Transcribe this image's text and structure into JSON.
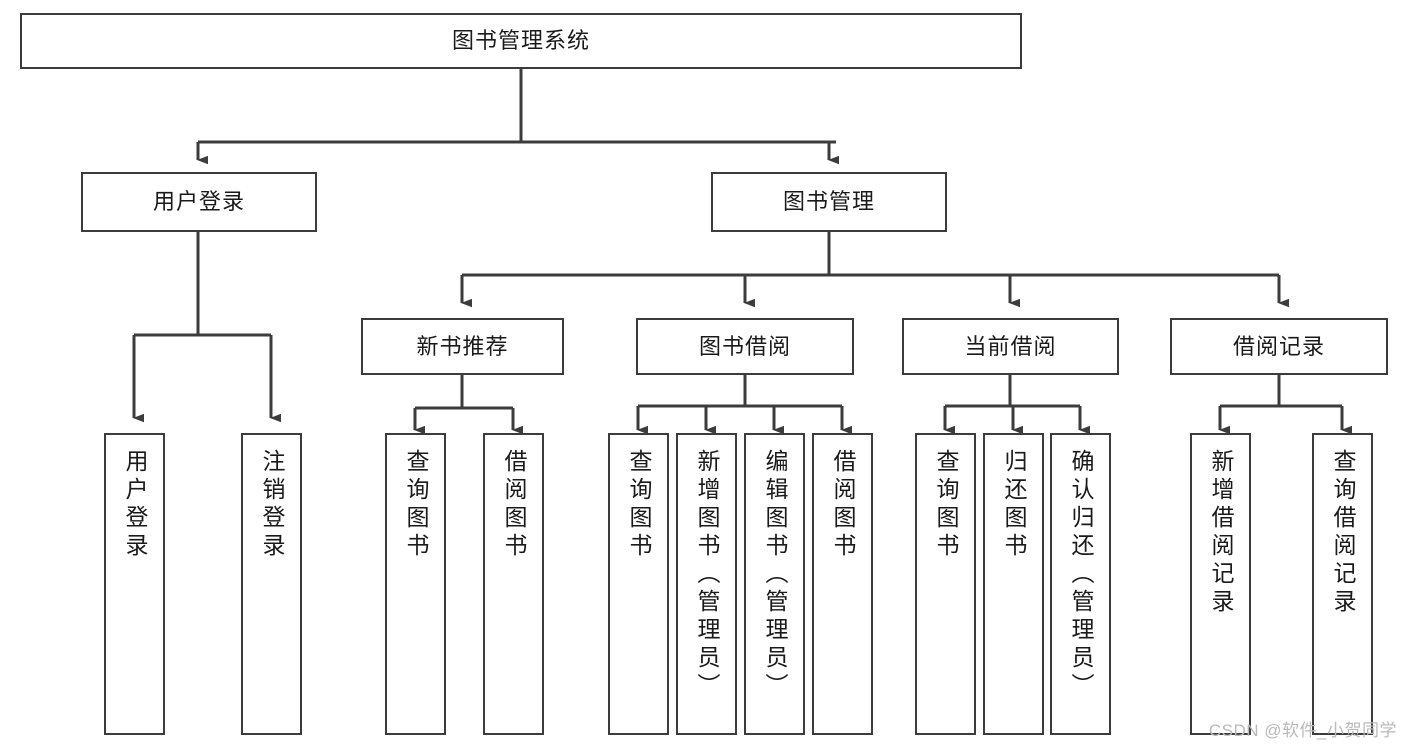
{
  "diagram": {
    "type": "tree-hierarchy-diagram",
    "title": "图书管理系统",
    "watermark": "CSDN @软件_小贺同学",
    "colors": {
      "stroke": "#3c3c3c",
      "fill": "#ffffff",
      "text": "#1a1a1a",
      "watermark": "#b9b9b9"
    },
    "nodes": {
      "root": "图书管理系统",
      "level2": [
        "用户登录",
        "图书管理"
      ],
      "level3": [
        "新书推荐",
        "图书借阅",
        "当前借阅",
        "借阅记录"
      ],
      "leaves": {
        "user_login": [
          "用户登录",
          "注销登录"
        ],
        "new_book_recommend": [
          "查询图书",
          "借阅图书"
        ],
        "book_borrow": [
          "查询图书",
          "新增图书（管理员）",
          "编辑图书（管理员）",
          "借阅图书"
        ],
        "current_borrow": [
          "查询图书",
          "归还图书",
          "确认归还（管理员）"
        ],
        "borrow_record": [
          "新增借阅记录",
          "查询借阅记录"
        ]
      }
    }
  }
}
